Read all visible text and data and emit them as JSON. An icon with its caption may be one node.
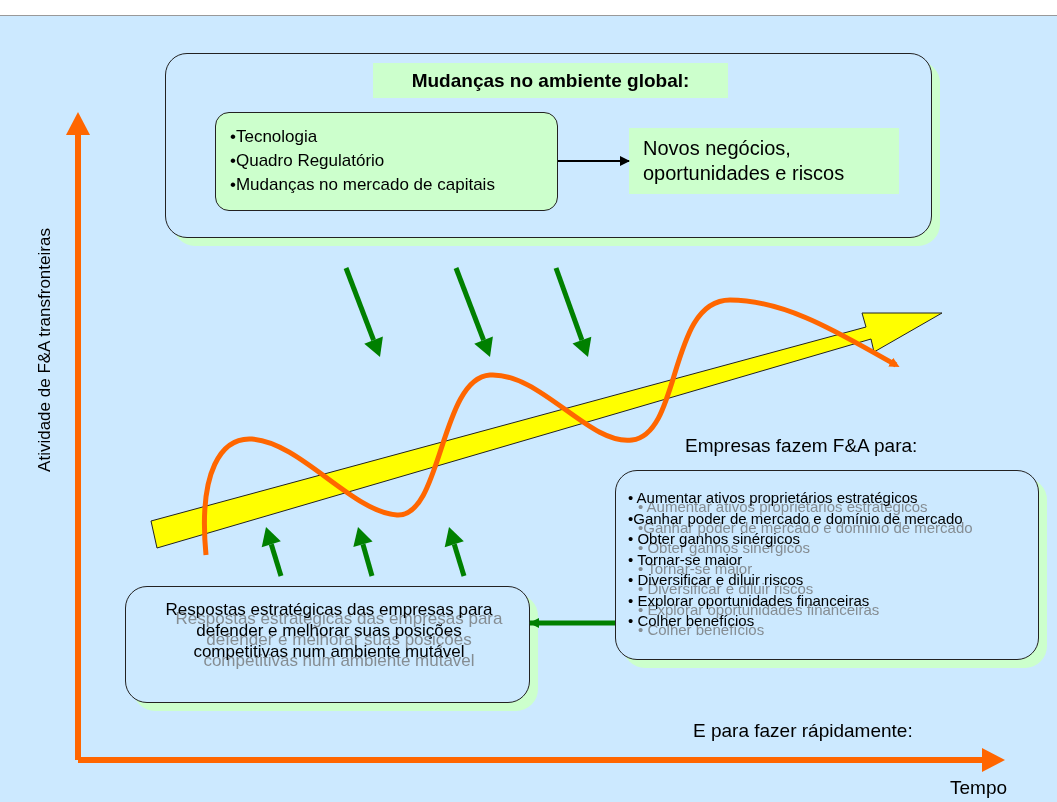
{
  "diagram": {
    "nodes": [
      {
        "text": [
          "Mudanças no ambiente global:"
        ]
      },
      {
        "text": [
          "•Tecnologia",
          "•Quadro Regulatório",
          "•Mudanças no mercado de capitais"
        ],
        "in": 0
      },
      {
        "text": [
          "Novos negócios, oportunidades e riscos"
        ],
        "in": 0
      },
      {
        "text": [
          "Empresas fazem F&A para:",
          "• Aumentar ativos proprietários estratégicos",
          "•Ganhar poder de mercado e domínio de mercado",
          "• Obter ganhos sinérgicos",
          "• Tornar-se maior",
          "• Diversificar e diluir riscos",
          "• Explorar oportunidades financeiras",
          "• Colher benefícios"
        ]
      },
      {
        "text": [
          "Respostas estratégicas das empresas para defender e melhorar suas posições competitivas num ambiente mutável"
        ]
      }
    ],
    "edges": [
      {
        "from": 1,
        "to": 2,
        "arrow": "to"
      },
      {
        "from": 3,
        "to": 4,
        "arrow": "to",
        "style": "thick",
        "color": "#008000"
      }
    ],
    "labels": [
      "Atividade de F&A transfronteiras",
      "E para fazer rápidamente:",
      "Tempo"
    ]
  }
}
